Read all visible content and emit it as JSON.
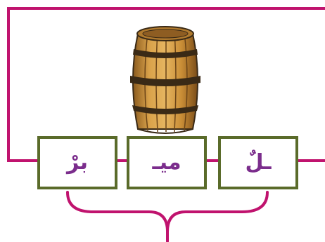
{
  "colors": {
    "frame": "#c0136e",
    "tile_border": "#5a6b2a",
    "tile_text": "#7b2d8c",
    "brace": "#c0136e",
    "barrel_wood": "#c8923a",
    "barrel_band": "#3a2a16"
  },
  "picture": {
    "icon": "barrel-icon"
  },
  "tiles": [
    {
      "text": "برْ"
    },
    {
      "text": "ميـ"
    },
    {
      "text": "ـلٌ"
    }
  ],
  "brace": {
    "icon": "curly-brace-icon"
  }
}
